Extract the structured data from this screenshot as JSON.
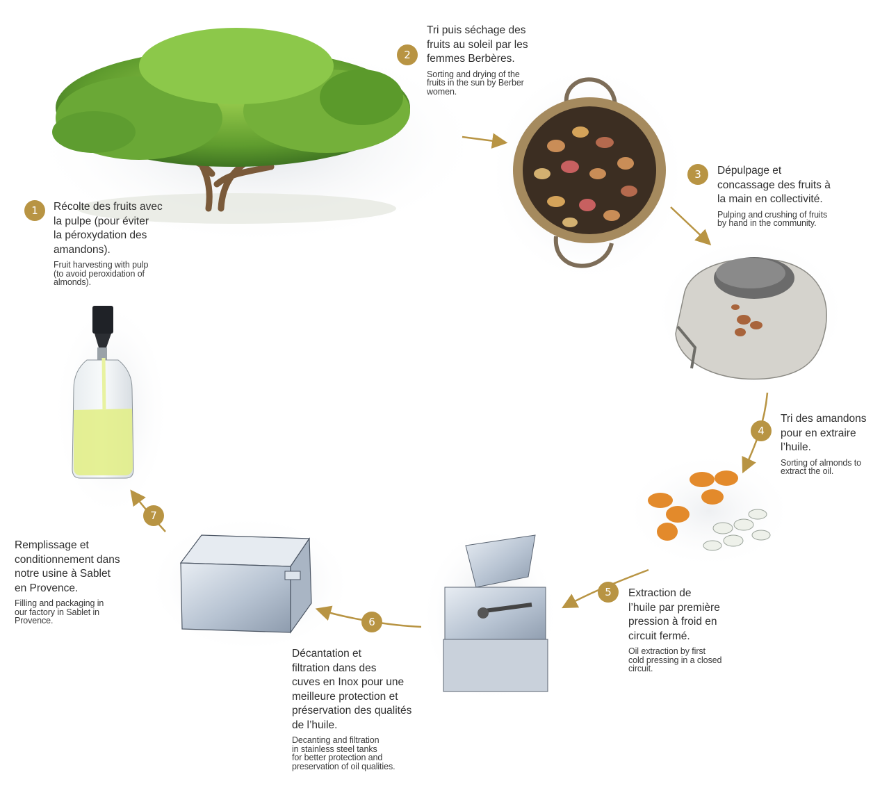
{
  "colors": {
    "accent": "#b89443",
    "text": "#2e2e2e"
  },
  "steps": [
    {
      "num": "1",
      "fr": "Récolte des fruits avec\nla pulpe (pour éviter\nla péroxydation des\namandons).",
      "en": "Fruit harvesting with pulp\n(to avoid peroxidation of\nalmonds)."
    },
    {
      "num": "2",
      "fr": "Tri puis séchage des\nfruits au soleil par les\nfemmes Berbères.",
      "en": "Sorting and drying of the\nfruits in the sun by Berber\nwomen."
    },
    {
      "num": "3",
      "fr": "Dépulpage et\nconcassage des fruits à\nla main en collectivité.",
      "en": "Pulping and crushing of fruits\nby hand in the community."
    },
    {
      "num": "4",
      "fr": "Tri des amandons\npour en extraire\nl’huile.",
      "en": "Sorting of almonds to\nextract the oil."
    },
    {
      "num": "5",
      "fr": "Extraction de\nl’huile par première\npression à froid en\ncircuit fermé.",
      "en": "Oil extraction by first\ncold pressing in a closed\ncircuit."
    },
    {
      "num": "6",
      "fr": "Décantation et\nfiltration dans des\ncuves en Inox pour une\nmeilleure protection et\npréservation des qualités\nde l’huile.",
      "en": "Decanting and filtration\nin stainless steel tanks\nfor better protection and\npreservation of oil qualities."
    },
    {
      "num": "7",
      "fr": "Remplissage et\nconditionnement dans\nnotre usine à Sablet\nen Provence.",
      "en": "Filling and packaging in\nour factory in Sablet in\nProvence."
    }
  ],
  "illustrations": [
    "argan-tree",
    "basket-of-fruits",
    "crushing-stone",
    "almonds",
    "oil-press",
    "steel-tank",
    "oil-bottle"
  ]
}
